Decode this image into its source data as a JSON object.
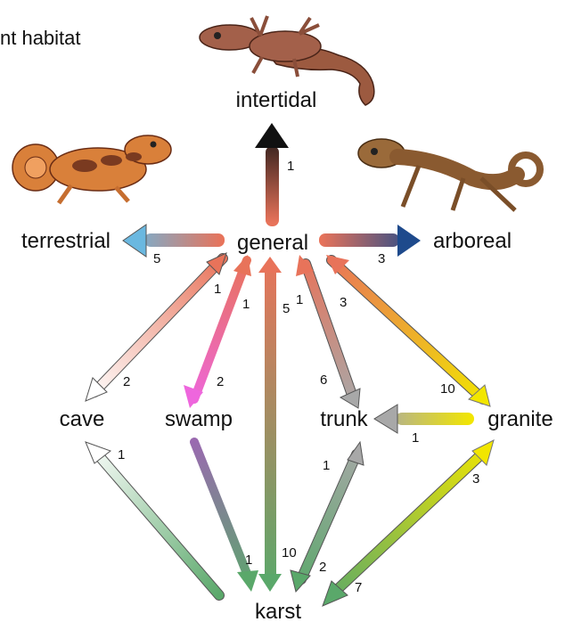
{
  "heading": "nt habitat",
  "nodes": {
    "intertidal": "intertidal",
    "terrestrial": "terrestrial",
    "general": "general",
    "arboreal": "arboreal",
    "cave": "cave",
    "swamp": "swamp",
    "trunk": "trunk",
    "granite": "granite",
    "karst": "karst"
  },
  "transitions": [
    {
      "from": "general",
      "to": "intertidal",
      "count": "1"
    },
    {
      "from": "general",
      "to": "terrestrial",
      "count": "5"
    },
    {
      "from": "general",
      "to": "arboreal",
      "count": "3"
    },
    {
      "from": "cave",
      "to": "general",
      "count": "1"
    },
    {
      "from": "general",
      "to": "cave",
      "count": "2"
    },
    {
      "from": "swamp",
      "to": "general",
      "count": "1"
    },
    {
      "from": "general",
      "to": "swamp",
      "count": "2"
    },
    {
      "from": "karst",
      "to": "general",
      "count": "5"
    },
    {
      "from": "general",
      "to": "karst",
      "count": "10"
    },
    {
      "from": "trunk",
      "to": "general",
      "count": "1"
    },
    {
      "from": "general",
      "to": "trunk",
      "count": "6"
    },
    {
      "from": "granite",
      "to": "general",
      "count": "3"
    },
    {
      "from": "general",
      "to": "granite",
      "count": "10"
    },
    {
      "from": "granite",
      "to": "trunk",
      "count": "1"
    },
    {
      "from": "karst",
      "to": "cave",
      "count": "1"
    },
    {
      "from": "swamp",
      "to": "karst",
      "count": "1"
    },
    {
      "from": "karst",
      "to": "trunk",
      "count": "1"
    },
    {
      "from": "trunk",
      "to": "karst",
      "count": "2"
    },
    {
      "from": "karst",
      "to": "granite",
      "count": "3"
    },
    {
      "from": "granite",
      "to": "karst",
      "count": "7"
    }
  ],
  "colors": {
    "general": "#e8735a",
    "intertidal": "#111111",
    "terrestrial": "#6ab8e0",
    "arboreal": "#1e4a8c",
    "cave": "#ffffff",
    "swamp": "#ee66dd",
    "trunk": "#a8a8a8",
    "granite": "#f2e600",
    "karst": "#5aa86a"
  },
  "images": {
    "intertidal": "gecko-intertidal-image",
    "terrestrial": "gecko-terrestrial-image",
    "arboreal": "gecko-arboreal-image"
  }
}
